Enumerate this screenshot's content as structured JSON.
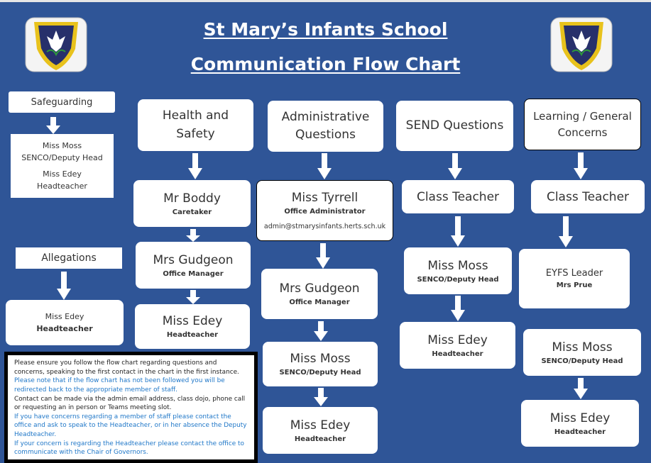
{
  "title_line1": "St Mary’s Infants School",
  "title_line2": "Communication Flow Chart",
  "columns": {
    "safeguarding": {
      "header": "Safeguarding",
      "contacts": [
        "Miss Moss",
        "SENCO/Deputy Head",
        "Miss Edey",
        "Headteacher"
      ]
    },
    "allegations": {
      "header": "Allegations",
      "contact": {
        "name": "Miss Edey",
        "role": "Headteacher"
      }
    },
    "health": {
      "header": "Health and Safety",
      "steps": [
        {
          "name": "Mr Boddy",
          "role": "Caretaker"
        },
        {
          "name": "Mrs Gudgeon",
          "role": "Office Manager"
        },
        {
          "name": "Miss Edey",
          "role": "Headteacher"
        }
      ]
    },
    "admin": {
      "header": "Administrative Questions",
      "first": {
        "name": "Miss Tyrrell",
        "role": "Office Administrator",
        "email": "admin@stmarysinfants.herts.sch.uk"
      },
      "steps": [
        {
          "name": "Mrs Gudgeon",
          "role": "Office Manager"
        },
        {
          "name": "Miss Moss",
          "role": "SENCO/Deputy Head"
        },
        {
          "name": "Miss Edey",
          "role": "Headteacher"
        }
      ]
    },
    "send": {
      "header": "SEND Questions",
      "steps": [
        {
          "name": "Class Teacher"
        },
        {
          "name": "Miss Moss",
          "role": "SENCO/Deputy Head"
        },
        {
          "name": "Miss Edey",
          "role": "Headteacher"
        }
      ]
    },
    "learning": {
      "header": "Learning / General Concerns",
      "steps": [
        {
          "name": "Class Teacher"
        },
        {
          "name": "EYFS Leader",
          "role": "Mrs Prue"
        },
        {
          "name": "Miss Moss",
          "role": "SENCO/Deputy Head"
        },
        {
          "name": "Miss Edey",
          "role": "Headteacher"
        }
      ]
    }
  },
  "note": {
    "p1": "Please ensure you follow the flow chart regarding questions and concerns, speaking to the first contact in the chart in the first instance.",
    "p1_blue": "Please note that if the flow chart has not been followed you will be redirected back to the appropriate member of staff.",
    "p2": "Contact can be made via the admin email address, class dojo, phone call or requesting an in person or Teams meeting slot.",
    "p3": "If you have concerns regarding a member of staff please contact the office and ask to speak to the Headteacher, or in her absence the Deputy Headteacher.",
    "p4": "If your concern is regarding the Headteacher please contact the office to communicate with the Chair of Governors."
  },
  "colors": {
    "background": "#2f5597",
    "note_blue": "#1f77c8"
  }
}
